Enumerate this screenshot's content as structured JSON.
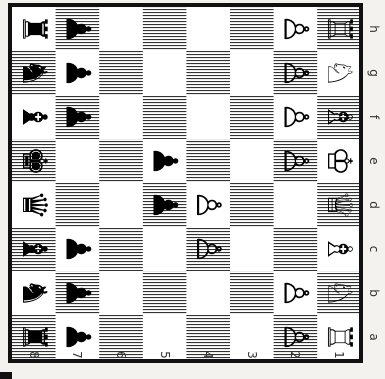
{
  "board": {
    "orientation": "rotated-90",
    "files": [
      "h",
      "g",
      "f",
      "e",
      "d",
      "c",
      "b",
      "a"
    ],
    "ranks": [
      "8",
      "7",
      "6",
      "5",
      "4",
      "3",
      "2",
      "1"
    ],
    "light_color": "#ffffff",
    "dark_hatch_color": "#333333",
    "frame_color": "#111111"
  },
  "pieces": [
    {
      "square": "h8",
      "piece": "rook",
      "color": "black"
    },
    {
      "square": "g8",
      "piece": "knight",
      "color": "black"
    },
    {
      "square": "f8",
      "piece": "bishop",
      "color": "black"
    },
    {
      "square": "e8",
      "piece": "king",
      "color": "black"
    },
    {
      "square": "d8",
      "piece": "queen",
      "color": "black"
    },
    {
      "square": "c8",
      "piece": "bishop",
      "color": "black"
    },
    {
      "square": "b8",
      "piece": "knight",
      "color": "black"
    },
    {
      "square": "a8",
      "piece": "rook",
      "color": "black"
    },
    {
      "square": "h7",
      "piece": "pawn",
      "color": "black"
    },
    {
      "square": "g7",
      "piece": "pawn",
      "color": "black"
    },
    {
      "square": "f7",
      "piece": "pawn",
      "color": "black"
    },
    {
      "square": "c7",
      "piece": "pawn",
      "color": "black"
    },
    {
      "square": "b7",
      "piece": "pawn",
      "color": "black"
    },
    {
      "square": "a7",
      "piece": "pawn",
      "color": "black"
    },
    {
      "square": "e5",
      "piece": "pawn",
      "color": "black"
    },
    {
      "square": "d5",
      "piece": "pawn",
      "color": "black"
    },
    {
      "square": "d4",
      "piece": "pawn",
      "color": "white"
    },
    {
      "square": "c4",
      "piece": "pawn",
      "color": "white"
    },
    {
      "square": "h2",
      "piece": "pawn",
      "color": "white"
    },
    {
      "square": "g2",
      "piece": "pawn",
      "color": "white"
    },
    {
      "square": "f2",
      "piece": "pawn",
      "color": "white"
    },
    {
      "square": "e2",
      "piece": "pawn",
      "color": "white"
    },
    {
      "square": "b2",
      "piece": "pawn",
      "color": "white"
    },
    {
      "square": "a2",
      "piece": "pawn",
      "color": "white"
    },
    {
      "square": "h1",
      "piece": "rook",
      "color": "white"
    },
    {
      "square": "g1",
      "piece": "knight",
      "color": "white"
    },
    {
      "square": "f1",
      "piece": "bishop",
      "color": "white"
    },
    {
      "square": "e1",
      "piece": "king",
      "color": "white"
    },
    {
      "square": "d1",
      "piece": "queen",
      "color": "white"
    },
    {
      "square": "c1",
      "piece": "bishop",
      "color": "white"
    },
    {
      "square": "b1",
      "piece": "knight",
      "color": "white"
    },
    {
      "square": "a1",
      "piece": "rook",
      "color": "white"
    }
  ],
  "rank_labels": [
    "8",
    "7",
    "6",
    "5",
    "4",
    "3",
    "2",
    "1"
  ],
  "file_labels": [
    "h",
    "g",
    "f",
    "e",
    "d",
    "c",
    "b",
    "a"
  ]
}
